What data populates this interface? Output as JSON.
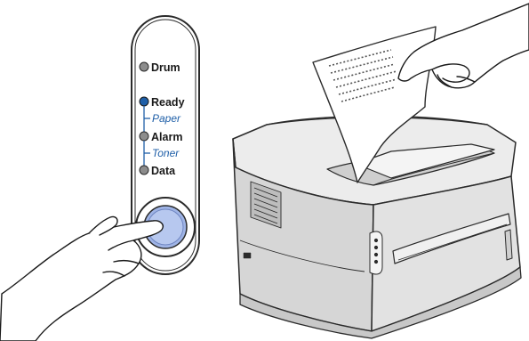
{
  "panel": {
    "indicators": [
      {
        "label": "Drum",
        "state": "off"
      },
      {
        "label": "Ready",
        "state": "on"
      },
      {
        "label": "Paper",
        "kind": "sub"
      },
      {
        "label": "Alarm",
        "state": "off"
      },
      {
        "label": "Toner",
        "kind": "sub"
      },
      {
        "label": "Data",
        "state": "off"
      }
    ]
  },
  "colors": {
    "led_on": "#1f5fa8",
    "led_off": "#8c8c8c",
    "accent_text": "#1f5fa8",
    "button": "#9fb4e6",
    "printer_body": "#dcdcdc",
    "outline": "#2a2a2a"
  },
  "icons": {
    "go_button": "circle-button-icon",
    "hand_left": "hand-pressing-icon",
    "hand_right": "hand-holding-paper-icon"
  }
}
